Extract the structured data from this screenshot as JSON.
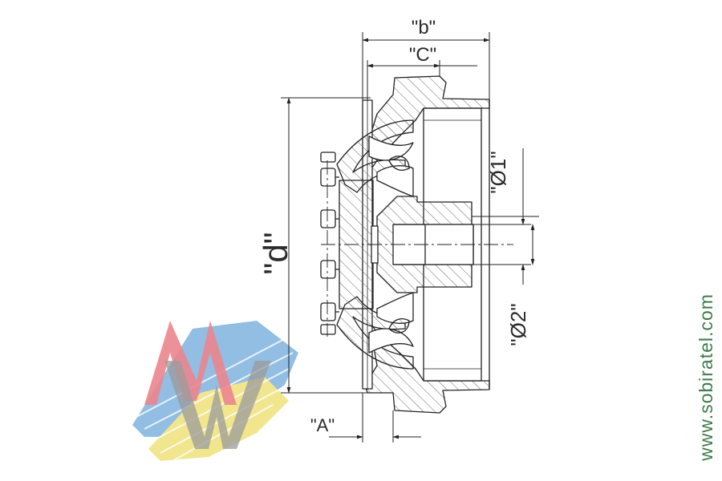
{
  "drawing": {
    "dimensions": {
      "b": "\"b\"",
      "c": "\"C\"",
      "d": "\"d\"",
      "a": "\"A\"",
      "d1": "\"Ø1\"",
      "d2": "\"Ø2\""
    }
  },
  "watermark": {
    "logo_text": "MW",
    "site": "www.sobiratel.com",
    "colors": {
      "red": "#e8707a",
      "gray": "#8a8a8a",
      "blue": "#7fb3df",
      "yellow": "#efe27a",
      "green": "#3f7a4c"
    }
  }
}
